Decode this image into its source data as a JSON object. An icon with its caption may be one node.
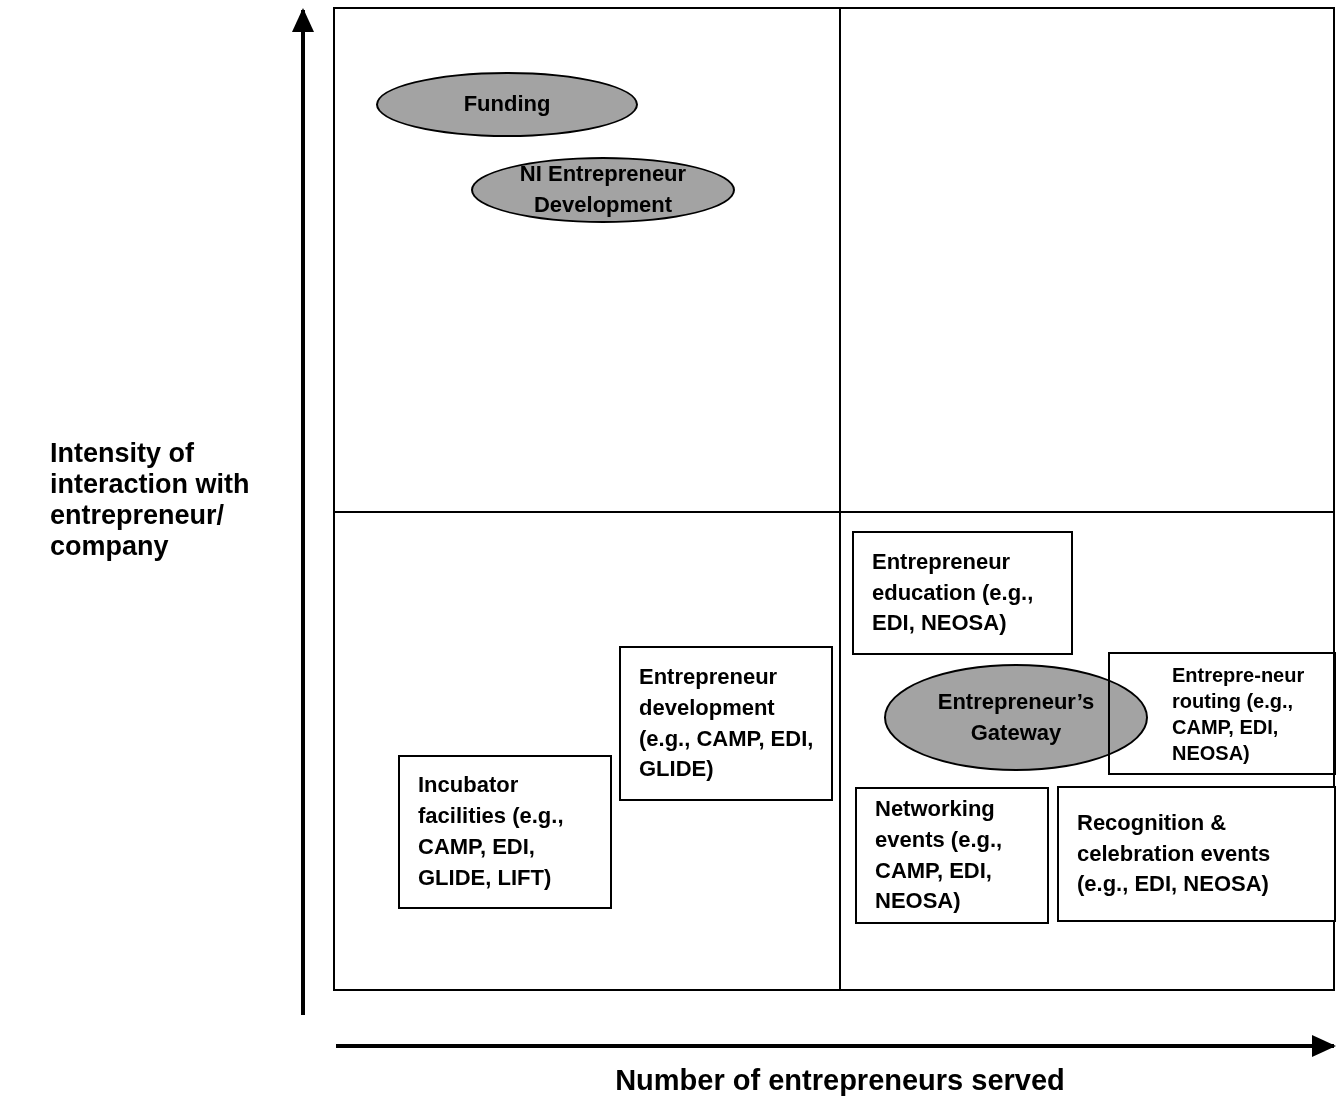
{
  "diagram": {
    "nodes": [
      {
        "text": [
          "Funding"
        ]
      },
      {
        "text": [
          "NI Entrepreneur Development"
        ]
      },
      {
        "text": [
          "Entrepreneur education (e.g., EDI, NEOSA)"
        ]
      },
      {
        "text": [
          "Entrepreneur development (e.g., CAMP, EDI, GLIDE)"
        ]
      },
      {
        "text": [
          "Entrepreneur’s Gateway"
        ]
      },
      {
        "text": [
          "Entrepre-neur routing (e.g., CAMP, EDI, NEOSA)"
        ]
      },
      {
        "text": [
          "Incubator facilities (e.g., CAMP, EDI, GLIDE, LIFT)"
        ]
      },
      {
        "text": [
          "Networking events (e.g., CAMP, EDI, NEOSA)"
        ]
      },
      {
        "text": [
          "Recognition & celebration events (e.g., EDI, NEOSA)"
        ]
      }
    ],
    "edges": [],
    "labels": [
      "Intensity of interaction with entrepreneur/ company",
      "Number of entrepreneurs served"
    ]
  }
}
